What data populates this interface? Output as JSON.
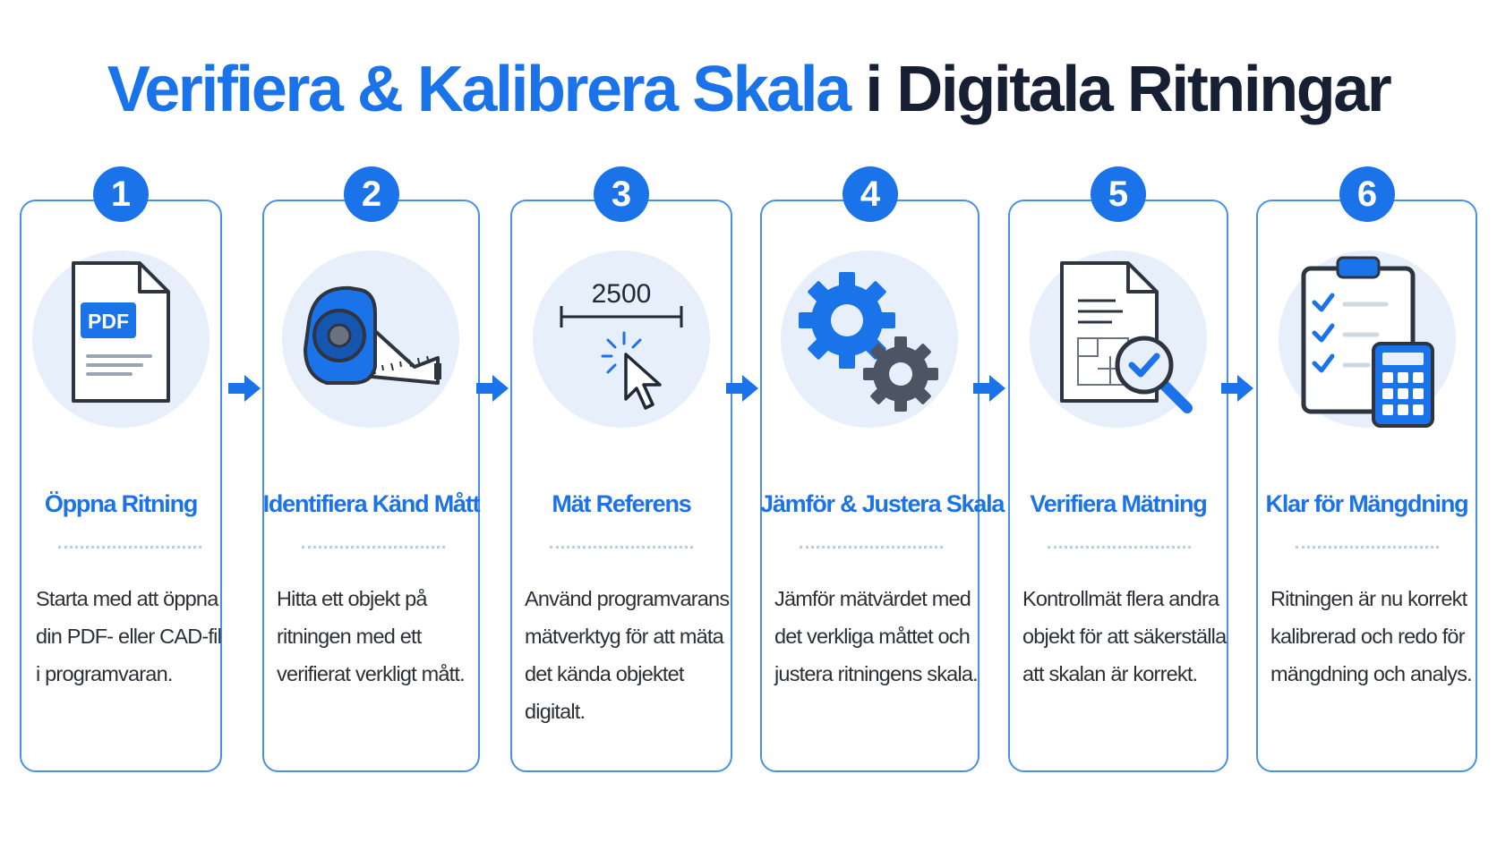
{
  "title": {
    "part_blue": "Verifiera & Kalibrera Skala",
    "part_dark": "i Digitala Ritningar"
  },
  "colors": {
    "accent": "#1a73e8",
    "dark": "#172033",
    "card_border": "#4a90e2",
    "icon_bg": "#e6effa",
    "gear_dark": "#4b5563"
  },
  "steps": [
    {
      "number": "1",
      "icon": "pdf-document-icon",
      "icon_label": "PDF",
      "title": "Öppna Ritning",
      "desc": [
        "Starta med att öppna",
        "din PDF- eller CAD-fil",
        "i programvaran."
      ]
    },
    {
      "number": "2",
      "icon": "tape-measure-icon",
      "title": "Identifiera Känd Mått",
      "desc": [
        "Hitta ett objekt på",
        "ritningen med ett",
        "verifierat verkligt mått."
      ]
    },
    {
      "number": "3",
      "icon": "measure-cursor-icon",
      "icon_label": "2500",
      "title": "Mät Referens",
      "desc": [
        "Använd programvarans",
        "mätverktyg för att mäta",
        "det kända objektet",
        "digitalt."
      ]
    },
    {
      "number": "4",
      "icon": "gears-icon",
      "title": "Jämför & Justera Skala",
      "desc": [
        "Jämför mätvärdet med",
        "det verkliga måttet och",
        "justera ritningens skala."
      ]
    },
    {
      "number": "5",
      "icon": "document-magnifier-check-icon",
      "title": "Verifiera Mätning",
      "desc": [
        "Kontrollmät flera andra",
        "objekt för att säkerställa",
        "att skalan är korrekt."
      ]
    },
    {
      "number": "6",
      "icon": "clipboard-calculator-icon",
      "title": "Klar för Mängdning",
      "desc": [
        "Ritningen är nu korrekt",
        "kalibrerad och redo för",
        "mängdning och analys."
      ]
    }
  ]
}
